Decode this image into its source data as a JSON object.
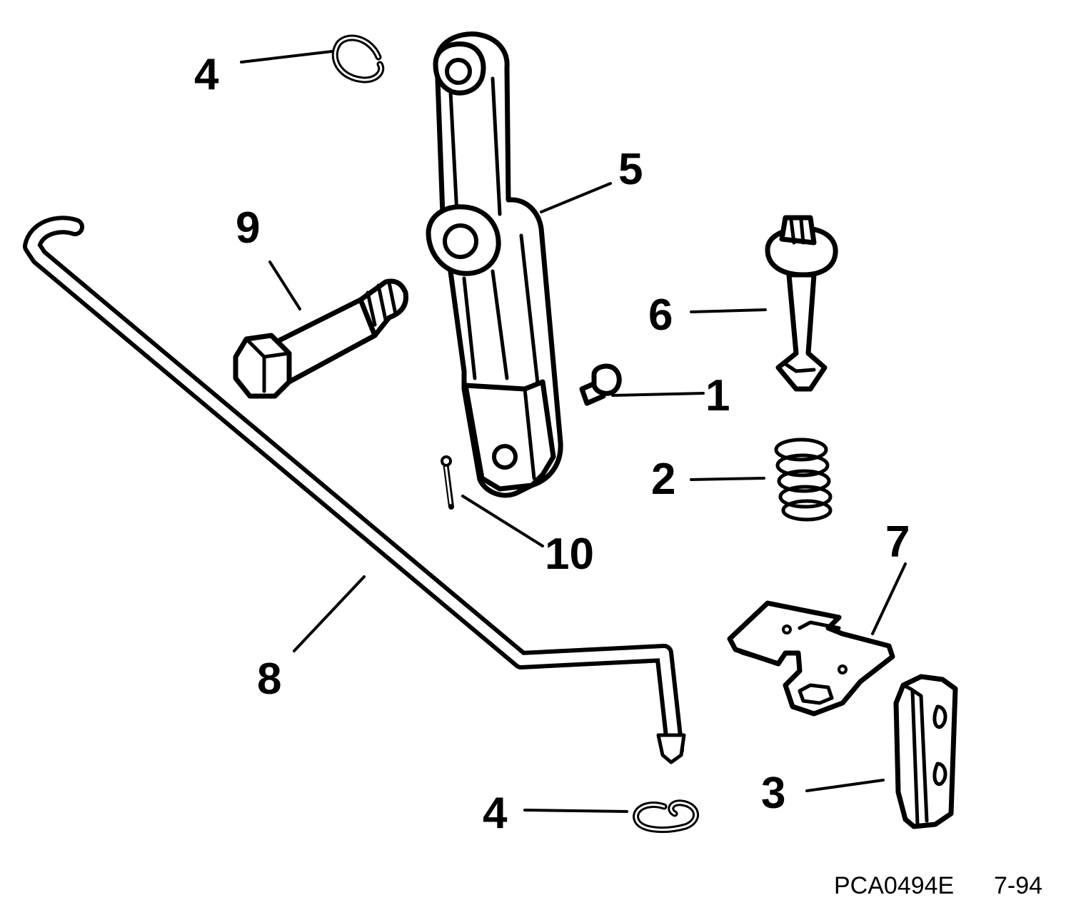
{
  "callouts": {
    "part_1": "1",
    "part_2": "2",
    "part_3": "3",
    "part_4_top": "4",
    "part_4_bottom": "4",
    "part_5": "5",
    "part_6": "6",
    "part_7": "7",
    "part_8": "8",
    "part_9": "9",
    "part_10": "10"
  },
  "footer": {
    "code": "PCA0494E",
    "date": "7-94"
  },
  "colors": {
    "ink": "#000000",
    "paper": "#ffffff"
  }
}
